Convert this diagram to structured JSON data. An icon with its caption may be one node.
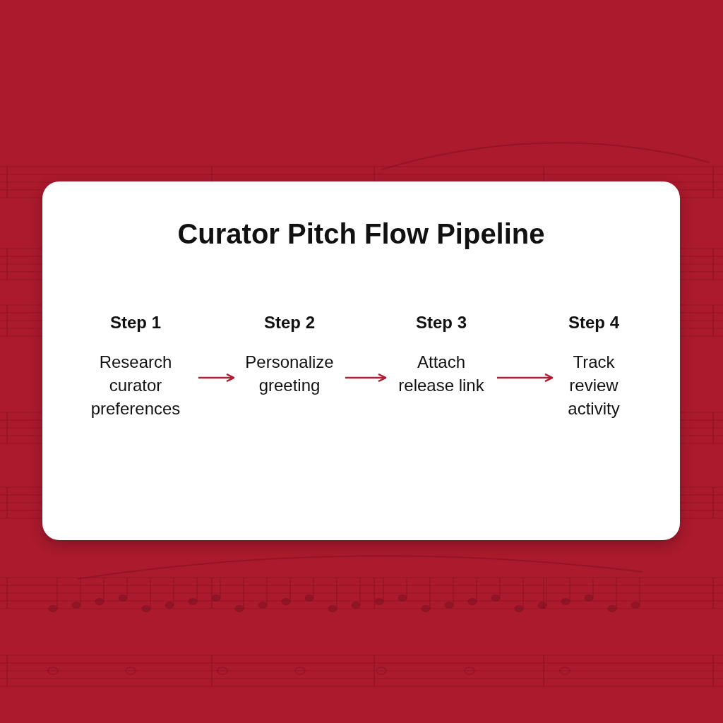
{
  "diagram": {
    "title": "Curator Pitch Flow Pipeline",
    "nodes": [
      {
        "text": [
          "Step 1",
          "Research curator preferences"
        ]
      },
      {
        "text": [
          "Step 2",
          "Personalize greeting"
        ]
      },
      {
        "text": [
          "Step 3",
          "Attach release link"
        ]
      },
      {
        "text": [
          "Step 4",
          "Track review activity"
        ]
      }
    ],
    "edges": [
      {
        "from": 0,
        "to": 1,
        "arrow": "to"
      },
      {
        "from": 1,
        "to": 2,
        "arrow": "to"
      },
      {
        "from": 2,
        "to": 3,
        "arrow": "to"
      }
    ]
  }
}
